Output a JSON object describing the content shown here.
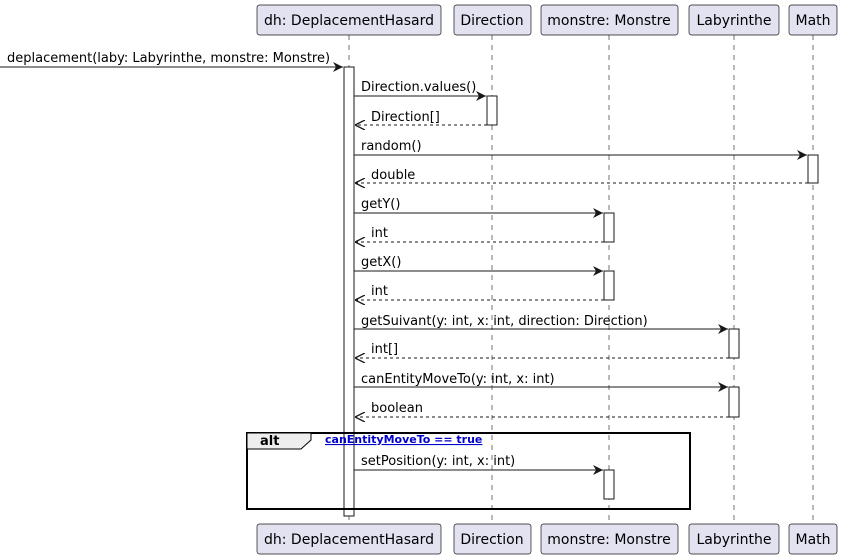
{
  "colors": {
    "participant_fill": "#e2e2f0",
    "line": "#181818",
    "guard": "#0000cc"
  },
  "participants": [
    {
      "label": "dh: DeplacementHasard"
    },
    {
      "label": "Direction"
    },
    {
      "label": "monstre: Monstre"
    },
    {
      "label": "Labyrinthe"
    },
    {
      "label": "Math"
    }
  ],
  "entry_message": {
    "label": "deplacement(laby: Labyrinthe, monstre: Monstre)"
  },
  "messages": [
    {
      "label": "Direction.values()",
      "return_label": "Direction[]"
    },
    {
      "label": "random()",
      "return_label": "double"
    },
    {
      "label": "getY()",
      "return_label": "int"
    },
    {
      "label": "getX()",
      "return_label": "int"
    },
    {
      "label": "getSuivant(y: int, x: int, direction: Direction)",
      "return_label": "int[]"
    },
    {
      "label": "canEntityMoveTo(y: int, x: int)",
      "return_label": "boolean"
    }
  ],
  "alt": {
    "keyword": "alt",
    "guard": "canEntityMoveTo == true",
    "message": {
      "label": "setPosition(y: int, x: int)"
    }
  }
}
